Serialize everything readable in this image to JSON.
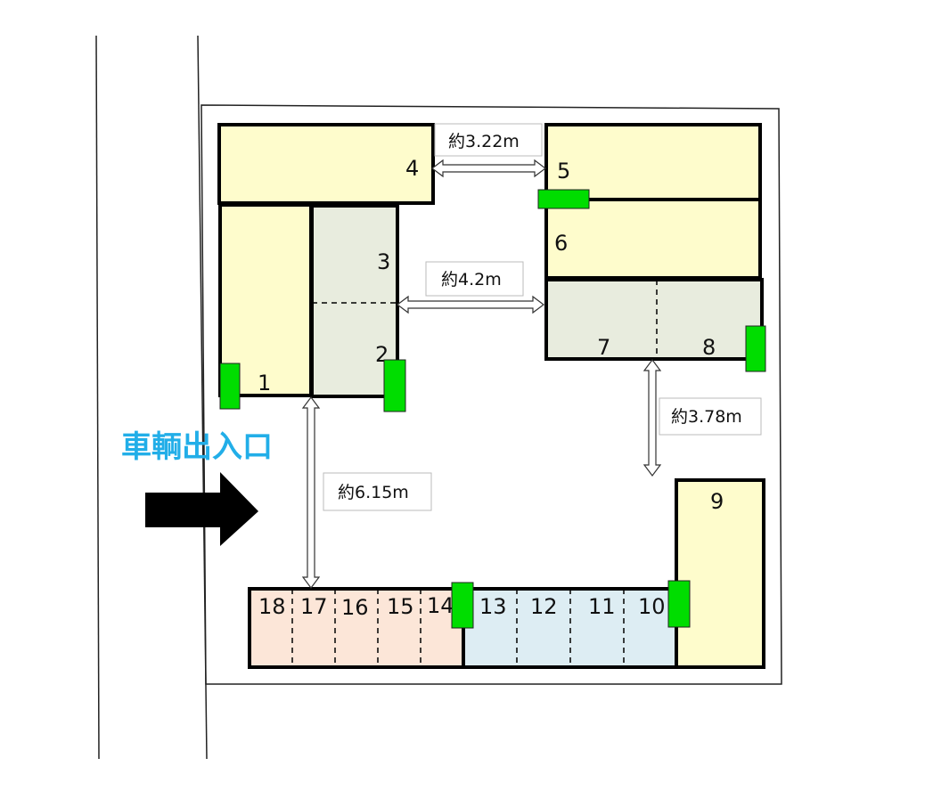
{
  "entrance": {
    "label": "車輌出入口"
  },
  "spaces": {
    "s1": "1",
    "s2": "2",
    "s3": "3",
    "s4": "4",
    "s5": "5",
    "s6": "6",
    "s7": "7",
    "s8": "8",
    "s9": "9",
    "s10": "10",
    "s11": "11",
    "s12": "12",
    "s13": "13",
    "s14": "14",
    "s15": "15",
    "s16": "16",
    "s17": "17",
    "s18": "18"
  },
  "dimensions": {
    "d1": "約3.22m",
    "d2": "約4.2m",
    "d3": "約3.78m",
    "d4": "約6.15m"
  },
  "colors": {
    "yellow": "#fefccc",
    "sage": "#e8ecde",
    "peach": "#fce6d8",
    "lightblue": "#ddedf3",
    "green_marker": "#00dd00",
    "entrance_text": "#22aee8"
  }
}
